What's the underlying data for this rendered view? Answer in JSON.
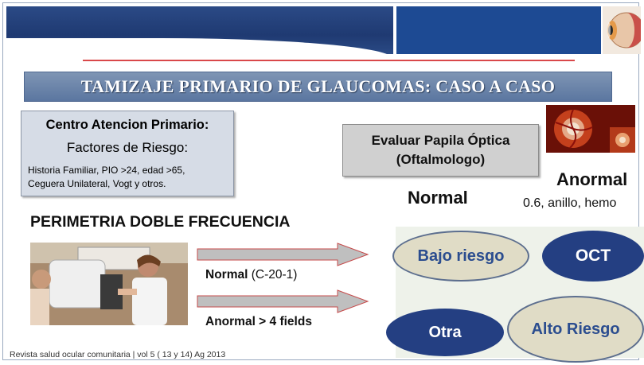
{
  "title": "TAMIZAJE PRIMARIO DE GLAUCOMAS: CASO A CASO",
  "centro": {
    "title": "Centro Atencion Primario:",
    "subtitle": "Factores de Riesgo:",
    "line1": "Historia Familiar, PIO >24, edad >65,",
    "line2": "Ceguera Unilateral, Vogt y otros."
  },
  "papila": {
    "line1": "Evaluar Papila Óptica",
    "line2": "(Oftalmologo)"
  },
  "outcomes": {
    "normal": "Normal",
    "anormal": "Anormal",
    "anormal_sub": "0.6, anillo, hemo"
  },
  "perimetria": {
    "title": "PERIMETRIA DOBLE  FRECUENCIA",
    "normal_label": "Normal",
    "normal_detail": " (C-20-1)",
    "anormal_label": "Anormal",
    "anormal_detail": " > 4 fields"
  },
  "risk": {
    "bajo": "Bajo riesgo",
    "oct": "OCT",
    "otra": "Otra",
    "alto": "Alto Riesgo"
  },
  "footer": "Revista salud ocular comunitaria | vol 5 ( 13 y 14) Ag 2013",
  "colors": {
    "navy": "#243f82",
    "title_bar": "#6a83ab",
    "risk_text": "#2b4d8f",
    "red_line": "#d9484a"
  }
}
